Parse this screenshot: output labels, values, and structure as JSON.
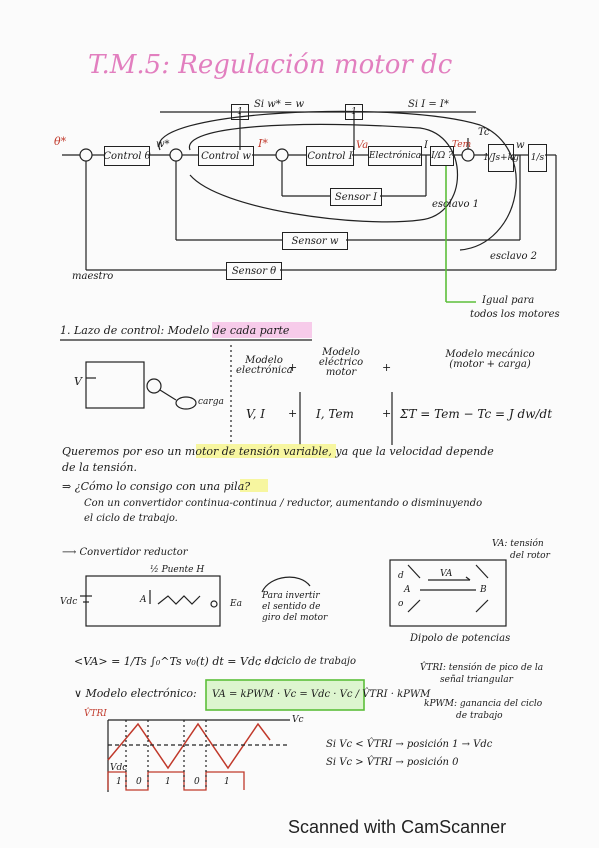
{
  "title": "T.M.5: Regulación motor dc",
  "diagram": {
    "switch1": "Si w* = w",
    "switch2": "Si I = I*",
    "one1": "1",
    "one2": "1",
    "inputs": {
      "theta_star": "θ*",
      "w_star": "w*",
      "i_star": "I*",
      "va": "Va",
      "i": "I",
      "tem": "Tem",
      "tc": "Tc",
      "w": "w"
    },
    "blocks": [
      "Control θ",
      "Control w",
      "Control I",
      "Electrónica",
      "I/Ω ?",
      "1/Js+kg",
      "1/s"
    ],
    "sensors": [
      "Sensor I",
      "Sensor w",
      "Sensor θ"
    ],
    "labels": {
      "esclavo1": "esclavo 1",
      "esclavo2": "esclavo 2",
      "maestro": "maestro"
    },
    "note_line1": "Igual para",
    "note_line2": "todos los motores"
  },
  "section1": "1. Lazo de control: Modelo de cada parte",
  "models": {
    "m1": "Modelo electrónica",
    "plus": "+",
    "m2": "Modelo eléctrico motor",
    "m3": "Modelo mecánico (motor + carga)",
    "v1": "V, I",
    "v2": "I, Tem",
    "v3": "ΣT = Tem − Tc = J dw/dt",
    "carga": "carga",
    "V": "V"
  },
  "para1_line1": "Queremos por eso un motor de tensión variable, ya que la velocidad depende",
  "para1_line2": "de la tensión.",
  "para2_q": "⇒ ¿Cómo lo consigo con una pila?",
  "para2_line1": "Con un convertidor continua-continua / reductor, aumentando o disminuyendo",
  "para2_line2": "el ciclo de trabajo.",
  "conv": {
    "label": "⟶ Convertidor reductor",
    "half": "½ Puente H",
    "vdc": "Vdc",
    "ea": "Ea",
    "a": "A",
    "invert1": "Para invertir",
    "invert2": "el sentido de",
    "invert3": "giro del motor",
    "va_note1": "VA: tensión",
    "va_note2": "del rotor",
    "d": "d",
    "o": "o",
    "B": "B",
    "va": "VA",
    "dipolo": "Dipolo de potencias"
  },
  "eq1": "<VA> = 1/Ts ∫₀^Ts v₀(t) dt = Vdc · d",
  "eq1_note": "; d: ciclo de trabajo",
  "vtri_note1": "V̂TRI: tensión de pico de la",
  "vtri_note2": "señal triangular",
  "elec_label": "∨ Modelo electrónico:",
  "elec_eq": "VA = kPWM · Vc = Vdc · Vc / V̂TRI · kPWM",
  "kpwm_note1": "kPWM: ganancia del ciclo",
  "kpwm_note2": "de trabajo",
  "wave": {
    "vtri": "V̂TRI",
    "vc": "Vc",
    "vdc": "Vdc",
    "bits": [
      "1",
      "0",
      "1",
      "0",
      "1"
    ]
  },
  "cond1": "Si Vc < V̂TRI → posición 1 → Vdc",
  "cond2": "Si Vc > V̂TRI → posición 0",
  "watermark": "Scanned with CamScanner"
}
